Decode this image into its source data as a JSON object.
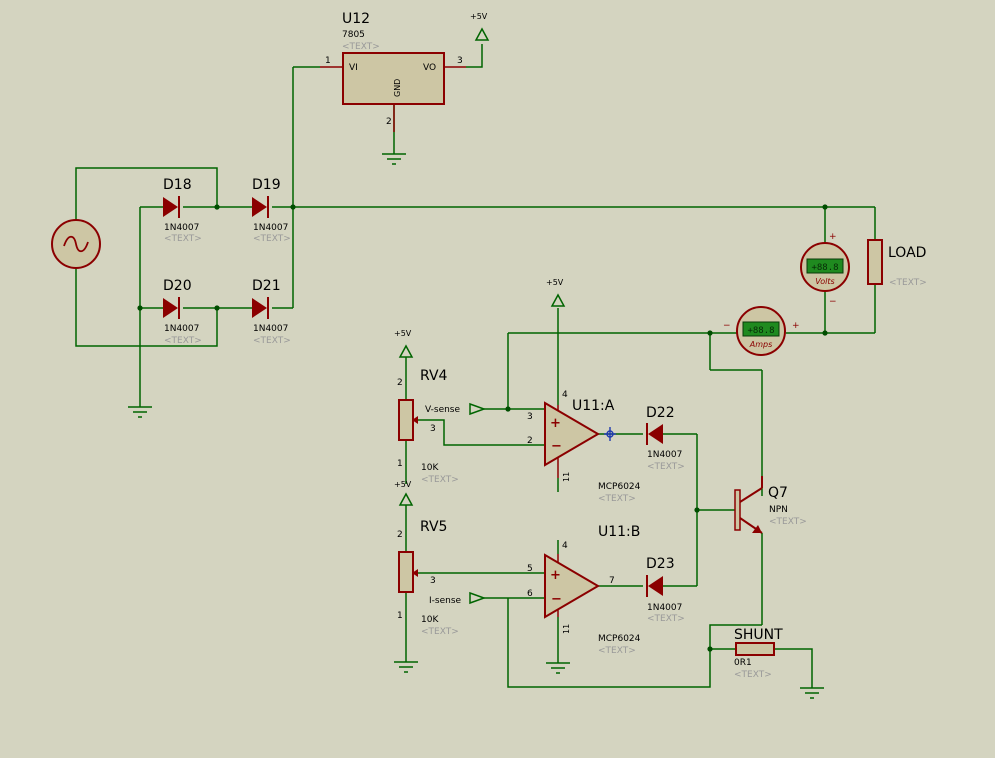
{
  "colors": {
    "background": "#d4d4c0",
    "wire": "#006400",
    "component": "#8b0000",
    "body_fill": "#cdc6a4",
    "meter_lcd": "#1f8a1f",
    "junction": "#004d00",
    "placeholder_text": "#999999",
    "cursor": "#1f3ab0"
  },
  "placeholder_text": "<TEXT>",
  "source": {
    "icon": "ac-source-icon"
  },
  "regulator": {
    "ref": "U12",
    "part": "7805",
    "pin_vi": "VI",
    "pin_vo": "VO",
    "pin_gnd": "GND",
    "pin1": "1",
    "pin2": "2",
    "pin3": "3"
  },
  "power_label": "+5V",
  "diodes": [
    {
      "ref": "D18",
      "part": "1N4007"
    },
    {
      "ref": "D19",
      "part": "1N4007"
    },
    {
      "ref": "D20",
      "part": "1N4007"
    },
    {
      "ref": "D21",
      "part": "1N4007"
    },
    {
      "ref": "D22",
      "part": "1N4007"
    },
    {
      "ref": "D23",
      "part": "1N4007"
    }
  ],
  "load": {
    "ref": "LOAD"
  },
  "voltmeter": {
    "display": "+88.8",
    "label": "Volts",
    "plus": "+",
    "minus": "−"
  },
  "ammeter": {
    "display": "+88.8",
    "label": "Amps",
    "plus": "+",
    "minus": "−"
  },
  "rv4": {
    "ref": "RV4",
    "value": "10K",
    "net": "V-sense",
    "pin1": "1",
    "pin2": "2",
    "pin3": "3"
  },
  "rv5": {
    "ref": "RV5",
    "value": "10K",
    "net": "I-sense",
    "pin1": "1",
    "pin2": "2",
    "pin3": "3"
  },
  "opamp_a": {
    "ref": "U11:A",
    "part": "MCP6024",
    "pin_in_plus": "3",
    "pin_in_minus": "2",
    "pin_vdd": "4",
    "pin_vss": "11",
    "plus": "+",
    "minus": "−"
  },
  "opamp_b": {
    "ref": "U11:B",
    "part": "MCP6024",
    "pin_in_plus": "5",
    "pin_in_minus": "6",
    "pin_out": "7",
    "pin_vdd": "4",
    "pin_vss": "11",
    "plus": "+",
    "minus": "−"
  },
  "transistor": {
    "ref": "Q7",
    "type": "NPN"
  },
  "shunt": {
    "ref": "SHUNT",
    "value": "0R1"
  }
}
